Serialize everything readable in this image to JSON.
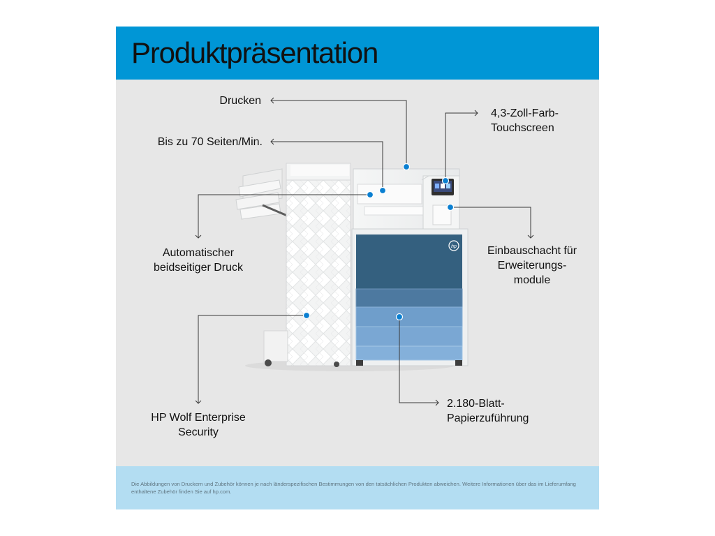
{
  "header": {
    "title": "Produktpräsentation",
    "color": "#0096d6"
  },
  "footer": {
    "disclaimer": "Die Abbildungen von Druckern und Zubehör können je nach länderspezifischen Bestimmungen von den tatsächlichen Produkten abweichen. Weitere Informationen über das im Lieferumfang enthaltene Zubehör finden Sie auf hp.com.",
    "color": "#b3ddf2"
  },
  "colors": {
    "marker": "#0a7fd1",
    "panel": "#e7e7e7",
    "tray_dark": "#34607f",
    "tray_light": "#6f9ecb"
  },
  "callouts": {
    "drucken": "Drucken",
    "speed": "Bis zu 70 Seiten/Min.",
    "touchscreen": "4,3-Zoll-Farb-\nTouchscreen",
    "duplex": "Automatischer\nbeidseitiger Druck",
    "expansion": "Einbauschacht für\nErweiterungs-\nmodule",
    "security": "HP Wolf Enterprise\nSecurity",
    "paper": "2.180-Blatt-\nPapierzuführung"
  },
  "icons": {
    "brand": "hp-logo-icon",
    "arrow": "arrow-head-icon"
  }
}
